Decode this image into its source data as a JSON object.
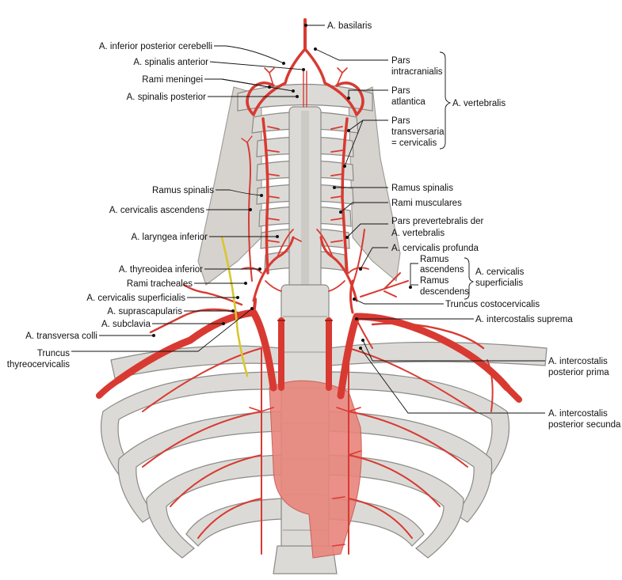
{
  "labels": {
    "basilaris": "A. basilaris",
    "inferior_posterior_cerebelli": "A. inferior posterior cerebelli",
    "spinalis_anterior": "A. spinalis anterior",
    "rami_meningei": "Rami meningei",
    "spinalis_posterior": "A. spinalis posterior",
    "ramus_spinalis_left": "Ramus spinalis",
    "cervicalis_ascendens": "A. cervicalis ascendens",
    "laryngea_inferior": "A. laryngea inferior",
    "thyreoidea_inferior": "A. thyreoidea inferior",
    "rami_tracheales": "Rami tracheales",
    "cervicalis_superficialis_left": "A. cervicalis superficialis",
    "suprascapularis": "A. suprascapularis",
    "subclavia": "A. subclavia",
    "transversa_colli": "A. transversa colli",
    "truncus_thyreo_1": "Truncus",
    "truncus_thyreo_2": "thyreocervicalis",
    "pars_intracranialis_1": "Pars",
    "pars_intracranialis_2": "intracranialis",
    "pars_atlantica_1": "Pars",
    "pars_atlantica_2": "atlantica",
    "vertebralis": "A. vertebralis",
    "pars_transversaria_1": "Pars",
    "pars_transversaria_2": "transversaria",
    "pars_transversaria_3": "= cervicalis",
    "ramus_spinalis_right": "Ramus spinalis",
    "rami_musculares": "Rami musculares",
    "pars_prevertebralis_1": "Pars prevertebralis der",
    "pars_prevertebralis_2": "A. vertebralis",
    "cervicalis_profunda": "A. cervicalis profunda",
    "ramus_ascendens_1": "Ramus",
    "ramus_ascendens_2": "ascendens",
    "ramus_descendens_1": "Ramus",
    "ramus_descendens_2": "descendens",
    "cervicalis_superficialis_right_1": "A. cervicalis",
    "cervicalis_superficialis_right_2": "superficialis",
    "truncus_costocervicalis": "Truncus costocervicalis",
    "intercostalis_suprema": "A. intercostalis suprema",
    "intercostalis_prima_1": "A. intercostalis",
    "intercostalis_prima_2": "posterior prima",
    "intercostalis_secunda_1": "A. intercostalis",
    "intercostalis_secunda_2": "posterior secunda"
  },
  "colors": {
    "artery": "#d83a32",
    "bone": "#dcdad6",
    "nerve": "#d9c630",
    "aorta": "#e8857c"
  }
}
